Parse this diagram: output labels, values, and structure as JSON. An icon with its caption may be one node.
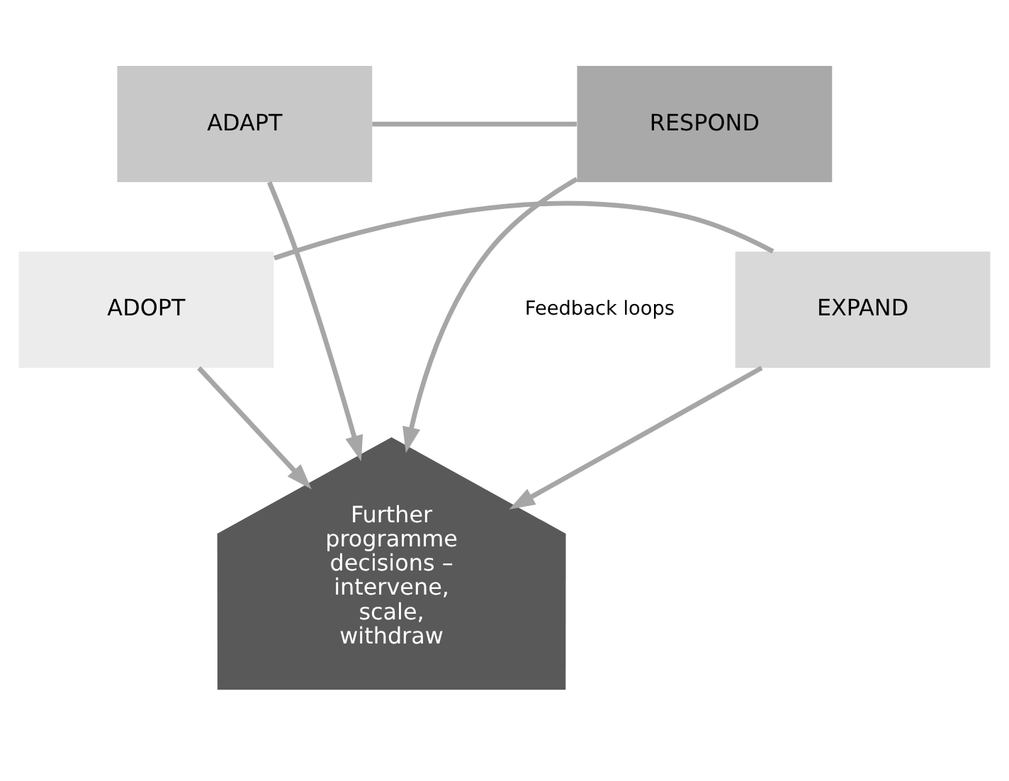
{
  "diagram": {
    "nodes": [
      {
        "text": [
          "ADAPT"
        ]
      },
      {
        "text": [
          "RESPOND"
        ]
      },
      {
        "text": [
          "ADOPT"
        ]
      },
      {
        "text": [
          "EXPAND"
        ]
      },
      {
        "text": [
          "Further programme decisions – intervene, scale, withdraw"
        ]
      }
    ],
    "edges": [
      {
        "from": 0,
        "to": 1,
        "arrow": "none"
      },
      {
        "from": 2,
        "to": 3,
        "arrow": "none"
      },
      {
        "from": 0,
        "to": 4,
        "arrow": "to"
      },
      {
        "from": 2,
        "to": 4,
        "arrow": "to"
      },
      {
        "from": 3,
        "to": 4,
        "arrow": "to"
      },
      {
        "from": 1,
        "to": 4,
        "arrow": "to"
      }
    ],
    "labels": [
      "Feedback loops"
    ]
  }
}
